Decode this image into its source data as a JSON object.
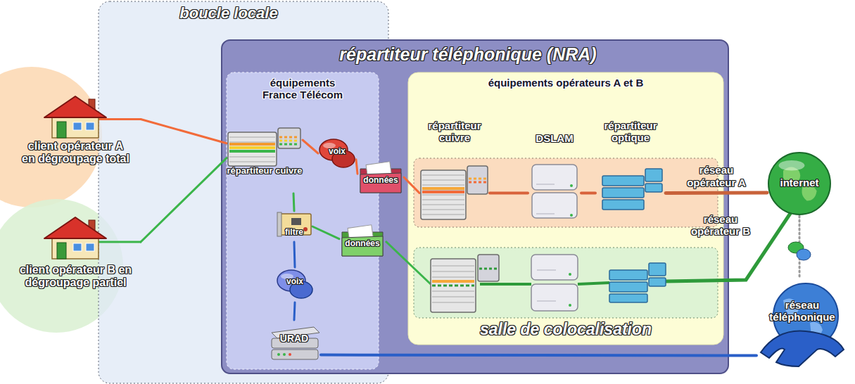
{
  "diagram": {
    "nodes": [
      {
        "text": [
          "boucle locale"
        ]
      },
      {
        "text": [
          "répartiteur téléphonique (NRA)"
        ]
      },
      {
        "text": [
          "équipements France Télécom"
        ],
        "in": 1
      },
      {
        "text": [
          "équipements opérateurs A et B",
          "salle de colocalisation"
        ],
        "in": 1
      },
      {
        "text": [
          "client opérateur A en dégroupage total"
        ]
      },
      {
        "text": [
          "client opérateur B en dégroupage partiel"
        ]
      },
      {
        "text": [
          "répartiteur cuivre"
        ],
        "in": 2
      },
      {
        "text": [
          "voix"
        ],
        "in": 2
      },
      {
        "text": [
          "données"
        ],
        "in": 2
      },
      {
        "text": [
          "filtre"
        ],
        "in": 2
      },
      {
        "text": [
          "données"
        ],
        "in": 2
      },
      {
        "text": [
          "voix"
        ],
        "in": 2
      },
      {
        "text": [
          "URAD"
        ],
        "in": 2
      },
      {
        "text": [
          "répartiteur cuivre"
        ],
        "in": 3
      },
      {
        "text": [
          "DSLAM"
        ],
        "in": 3
      },
      {
        "text": [
          "répartiteur optique"
        ],
        "in": 3
      },
      {
        "text": [
          "internet"
        ]
      },
      {
        "text": [
          "réseau téléphonique"
        ]
      }
    ],
    "edges": [
      {
        "from": 4,
        "to": 6,
        "arrow": "none"
      },
      {
        "from": 5,
        "to": 6,
        "arrow": "none"
      },
      {
        "from": 6,
        "to": 7,
        "arrow": "none"
      },
      {
        "from": 7,
        "to": 8,
        "arrow": "none"
      },
      {
        "from": 8,
        "to": 13,
        "arrow": "none"
      },
      {
        "from": 13,
        "to": 14,
        "arrow": "none"
      },
      {
        "from": 14,
        "to": 15,
        "arrow": "none"
      },
      {
        "from": 15,
        "to": 16,
        "label": "réseau opérateur A",
        "arrow": "none"
      },
      {
        "from": 6,
        "to": 9,
        "arrow": "none"
      },
      {
        "from": 9,
        "to": 10,
        "arrow": "none"
      },
      {
        "from": 9,
        "to": 11,
        "arrow": "none"
      },
      {
        "from": 11,
        "to": 12,
        "arrow": "none"
      },
      {
        "from": 12,
        "to": 17,
        "arrow": "none"
      },
      {
        "from": 16,
        "to": 17,
        "arrow": "none"
      }
    ],
    "labels": [
      "réseau opérateur B"
    ]
  }
}
